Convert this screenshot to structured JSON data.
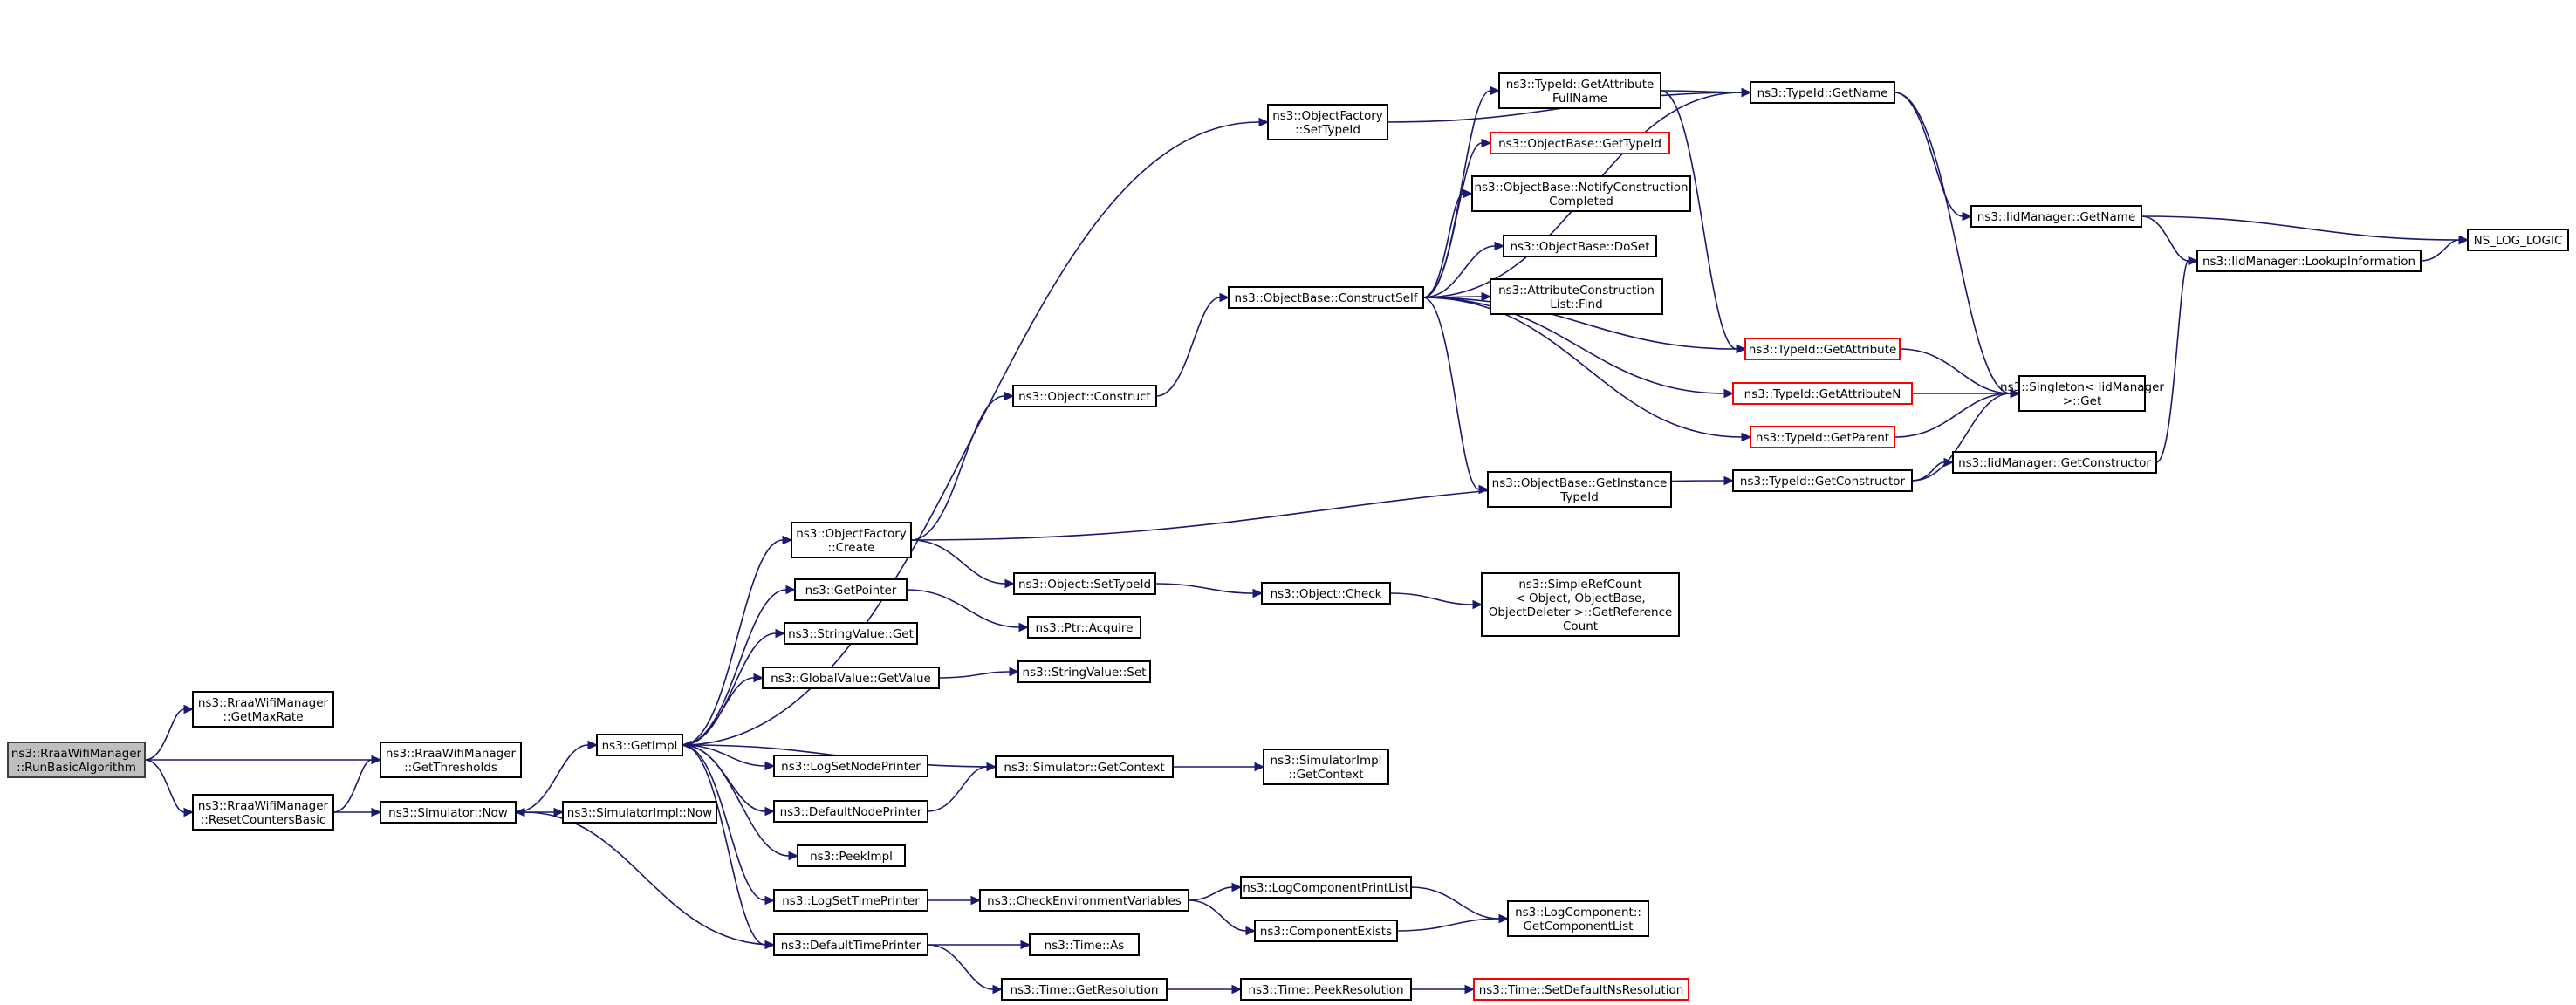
{
  "graph": {
    "colors": {
      "edge": "#191970",
      "node_border": "#000000",
      "root_fill": "#bfbfbf",
      "root_border": "#404040",
      "truncated_border": "#ff0000",
      "background": "#ffffff"
    },
    "nodes": {
      "run_basic": {
        "lines": [
          "ns3::RraaWifiManager",
          "::RunBasicAlgorithm"
        ],
        "kind": "root"
      },
      "get_max_rate": {
        "lines": [
          "ns3::RraaWifiManager",
          "::GetMaxRate"
        ]
      },
      "get_thresholds": {
        "lines": [
          "ns3::RraaWifiManager",
          "::GetThresholds"
        ]
      },
      "reset_counters": {
        "lines": [
          "ns3::RraaWifiManager",
          "::ResetCountersBasic"
        ]
      },
      "sim_now": {
        "lines": [
          "ns3::Simulator::Now"
        ]
      },
      "simimpl_now": {
        "lines": [
          "ns3::SimulatorImpl::Now"
        ]
      },
      "get_impl": {
        "lines": [
          "ns3::GetImpl"
        ]
      },
      "of_set_type_id": {
        "lines": [
          "ns3::ObjectFactory",
          "::SetTypeId"
        ]
      },
      "of_create": {
        "lines": [
          "ns3::ObjectFactory",
          "::Create"
        ]
      },
      "get_pointer": {
        "lines": [
          "ns3::GetPointer"
        ]
      },
      "string_value_get": {
        "lines": [
          "ns3::StringValue::Get"
        ]
      },
      "global_value_get": {
        "lines": [
          "ns3::GlobalValue::GetValue"
        ]
      },
      "log_set_node_printer": {
        "lines": [
          "ns3::LogSetNodePrinter"
        ]
      },
      "default_node_printer": {
        "lines": [
          "ns3::DefaultNodePrinter"
        ]
      },
      "peek_impl": {
        "lines": [
          "ns3::PeekImpl"
        ]
      },
      "log_set_time_printer": {
        "lines": [
          "ns3::LogSetTimePrinter"
        ]
      },
      "default_time_printer": {
        "lines": [
          "ns3::DefaultTimePrinter"
        ]
      },
      "object_construct": {
        "lines": [
          "ns3::Object::Construct"
        ]
      },
      "object_set_type_id": {
        "lines": [
          "ns3::Object::SetTypeId"
        ]
      },
      "ptr_acquire": {
        "lines": [
          "ns3::Ptr::Acquire"
        ]
      },
      "string_value_set": {
        "lines": [
          "ns3::StringValue::Set"
        ]
      },
      "sim_get_context": {
        "lines": [
          "ns3::Simulator::GetContext"
        ]
      },
      "check_env_vars": {
        "lines": [
          "ns3::CheckEnvironmentVariables"
        ]
      },
      "time_as": {
        "lines": [
          "ns3::Time::As"
        ]
      },
      "time_get_resolution": {
        "lines": [
          "ns3::Time::GetResolution"
        ]
      },
      "objectbase_construct_self": {
        "lines": [
          "ns3::ObjectBase::ConstructSelf"
        ]
      },
      "object_check": {
        "lines": [
          "ns3::Object::Check"
        ]
      },
      "simimpl_get_context": {
        "lines": [
          "ns3::SimulatorImpl",
          "::GetContext"
        ]
      },
      "log_component_print_list": {
        "lines": [
          "ns3::LogComponentPrintList"
        ]
      },
      "component_exists": {
        "lines": [
          "ns3::ComponentExists"
        ]
      },
      "time_peek_resolution": {
        "lines": [
          "ns3::Time::PeekResolution"
        ]
      },
      "typeid_get_attr_full_name": {
        "lines": [
          "ns3::TypeId::GetAttribute",
          "FullName"
        ]
      },
      "objectbase_get_type_id": {
        "lines": [
          "ns3::ObjectBase::GetTypeId"
        ],
        "kind": "truncated"
      },
      "objectbase_notify_construction": {
        "lines": [
          "ns3::ObjectBase::NotifyConstruction",
          "Completed"
        ]
      },
      "objectbase_do_set": {
        "lines": [
          "ns3::ObjectBase::DoSet"
        ]
      },
      "attr_construction_list_find": {
        "lines": [
          "ns3::AttributeConstruction",
          "List::Find"
        ]
      },
      "objectbase_get_instance_type_id": {
        "lines": [
          "ns3::ObjectBase::GetInstance",
          "TypeId"
        ]
      },
      "simple_ref_count": {
        "lines": [
          "ns3::SimpleRefCount",
          "< Object, ObjectBase,",
          "ObjectDeleter >::GetReference",
          "Count"
        ]
      },
      "log_component_get_list": {
        "lines": [
          "ns3::LogComponent::",
          "GetComponentList"
        ]
      },
      "time_set_default_ns_resolution": {
        "lines": [
          "ns3::Time::SetDefaultNsResolution"
        ],
        "kind": "truncated"
      },
      "typeid_get_name": {
        "lines": [
          "ns3::TypeId::GetName"
        ]
      },
      "typeid_get_attribute": {
        "lines": [
          "ns3::TypeId::GetAttribute"
        ],
        "kind": "truncated"
      },
      "typeid_get_attribute_n": {
        "lines": [
          "ns3::TypeId::GetAttributeN"
        ],
        "kind": "truncated"
      },
      "typeid_get_parent": {
        "lines": [
          "ns3::TypeId::GetParent"
        ],
        "kind": "truncated"
      },
      "typeid_get_constructor": {
        "lines": [
          "ns3::TypeId::GetConstructor"
        ]
      },
      "iidmanager_get_name": {
        "lines": [
          "ns3::IidManager::GetName"
        ]
      },
      "singleton_get": {
        "lines": [
          "ns3::Singleton< IidManager",
          ">::Get"
        ]
      },
      "iidmanager_get_constructor": {
        "lines": [
          "ns3::IidManager::GetConstructor"
        ]
      },
      "iidmanager_lookup_information": {
        "lines": [
          "ns3::IidManager::LookupInformation"
        ]
      },
      "ns_log_logic": {
        "lines": [
          "NS_LOG_LOGIC"
        ]
      }
    },
    "edges": [
      [
        "run_basic",
        "get_max_rate"
      ],
      [
        "run_basic",
        "get_thresholds"
      ],
      [
        "run_basic",
        "reset_counters"
      ],
      [
        "reset_counters",
        "get_thresholds"
      ],
      [
        "reset_counters",
        "sim_now"
      ],
      [
        "sim_now",
        "simimpl_now"
      ],
      [
        "sim_now",
        "get_impl"
      ],
      [
        "default_time_printer",
        "sim_now"
      ],
      [
        "get_impl",
        "of_set_type_id"
      ],
      [
        "get_impl",
        "of_create"
      ],
      [
        "get_impl",
        "get_pointer"
      ],
      [
        "get_impl",
        "string_value_get"
      ],
      [
        "get_impl",
        "global_value_get"
      ],
      [
        "get_impl",
        "log_set_node_printer"
      ],
      [
        "get_impl",
        "default_node_printer"
      ],
      [
        "get_impl",
        "peek_impl"
      ],
      [
        "get_impl",
        "log_set_time_printer"
      ],
      [
        "get_impl",
        "default_time_printer"
      ],
      [
        "sim_get_context",
        "get_impl"
      ],
      [
        "of_set_type_id",
        "typeid_get_name"
      ],
      [
        "of_create",
        "object_construct"
      ],
      [
        "of_create",
        "object_set_type_id"
      ],
      [
        "of_create",
        "typeid_get_constructor"
      ],
      [
        "get_pointer",
        "ptr_acquire"
      ],
      [
        "global_value_get",
        "string_value_set"
      ],
      [
        "default_node_printer",
        "sim_get_context"
      ],
      [
        "log_set_time_printer",
        "check_env_vars"
      ],
      [
        "default_time_printer",
        "time_as"
      ],
      [
        "default_time_printer",
        "time_get_resolution"
      ],
      [
        "object_construct",
        "objectbase_construct_self"
      ],
      [
        "object_set_type_id",
        "object_check"
      ],
      [
        "sim_get_context",
        "simimpl_get_context"
      ],
      [
        "check_env_vars",
        "log_component_print_list"
      ],
      [
        "check_env_vars",
        "component_exists"
      ],
      [
        "time_get_resolution",
        "time_peek_resolution"
      ],
      [
        "objectbase_construct_self",
        "typeid_get_attr_full_name"
      ],
      [
        "objectbase_construct_self",
        "typeid_get_name"
      ],
      [
        "objectbase_construct_self",
        "objectbase_get_type_id"
      ],
      [
        "objectbase_construct_self",
        "objectbase_notify_construction"
      ],
      [
        "objectbase_construct_self",
        "objectbase_do_set"
      ],
      [
        "objectbase_construct_self",
        "attr_construction_list_find"
      ],
      [
        "objectbase_construct_self",
        "typeid_get_attribute"
      ],
      [
        "objectbase_construct_self",
        "typeid_get_attribute_n"
      ],
      [
        "objectbase_construct_self",
        "typeid_get_parent"
      ],
      [
        "objectbase_construct_self",
        "objectbase_get_instance_type_id"
      ],
      [
        "object_check",
        "simple_ref_count"
      ],
      [
        "log_component_print_list",
        "log_component_get_list"
      ],
      [
        "component_exists",
        "log_component_get_list"
      ],
      [
        "time_peek_resolution",
        "time_set_default_ns_resolution"
      ],
      [
        "typeid_get_attr_full_name",
        "typeid_get_name"
      ],
      [
        "typeid_get_attr_full_name",
        "typeid_get_attribute"
      ],
      [
        "typeid_get_name",
        "iidmanager_get_name"
      ],
      [
        "typeid_get_name",
        "singleton_get"
      ],
      [
        "typeid_get_attribute",
        "singleton_get"
      ],
      [
        "typeid_get_attribute_n",
        "singleton_get"
      ],
      [
        "typeid_get_parent",
        "singleton_get"
      ],
      [
        "typeid_get_constructor",
        "singleton_get"
      ],
      [
        "typeid_get_constructor",
        "iidmanager_get_constructor"
      ],
      [
        "iidmanager_get_name",
        "ns_log_logic"
      ],
      [
        "iidmanager_get_name",
        "iidmanager_lookup_information"
      ],
      [
        "iidmanager_get_constructor",
        "iidmanager_lookup_information"
      ],
      [
        "iidmanager_lookup_information",
        "ns_log_logic"
      ]
    ]
  }
}
